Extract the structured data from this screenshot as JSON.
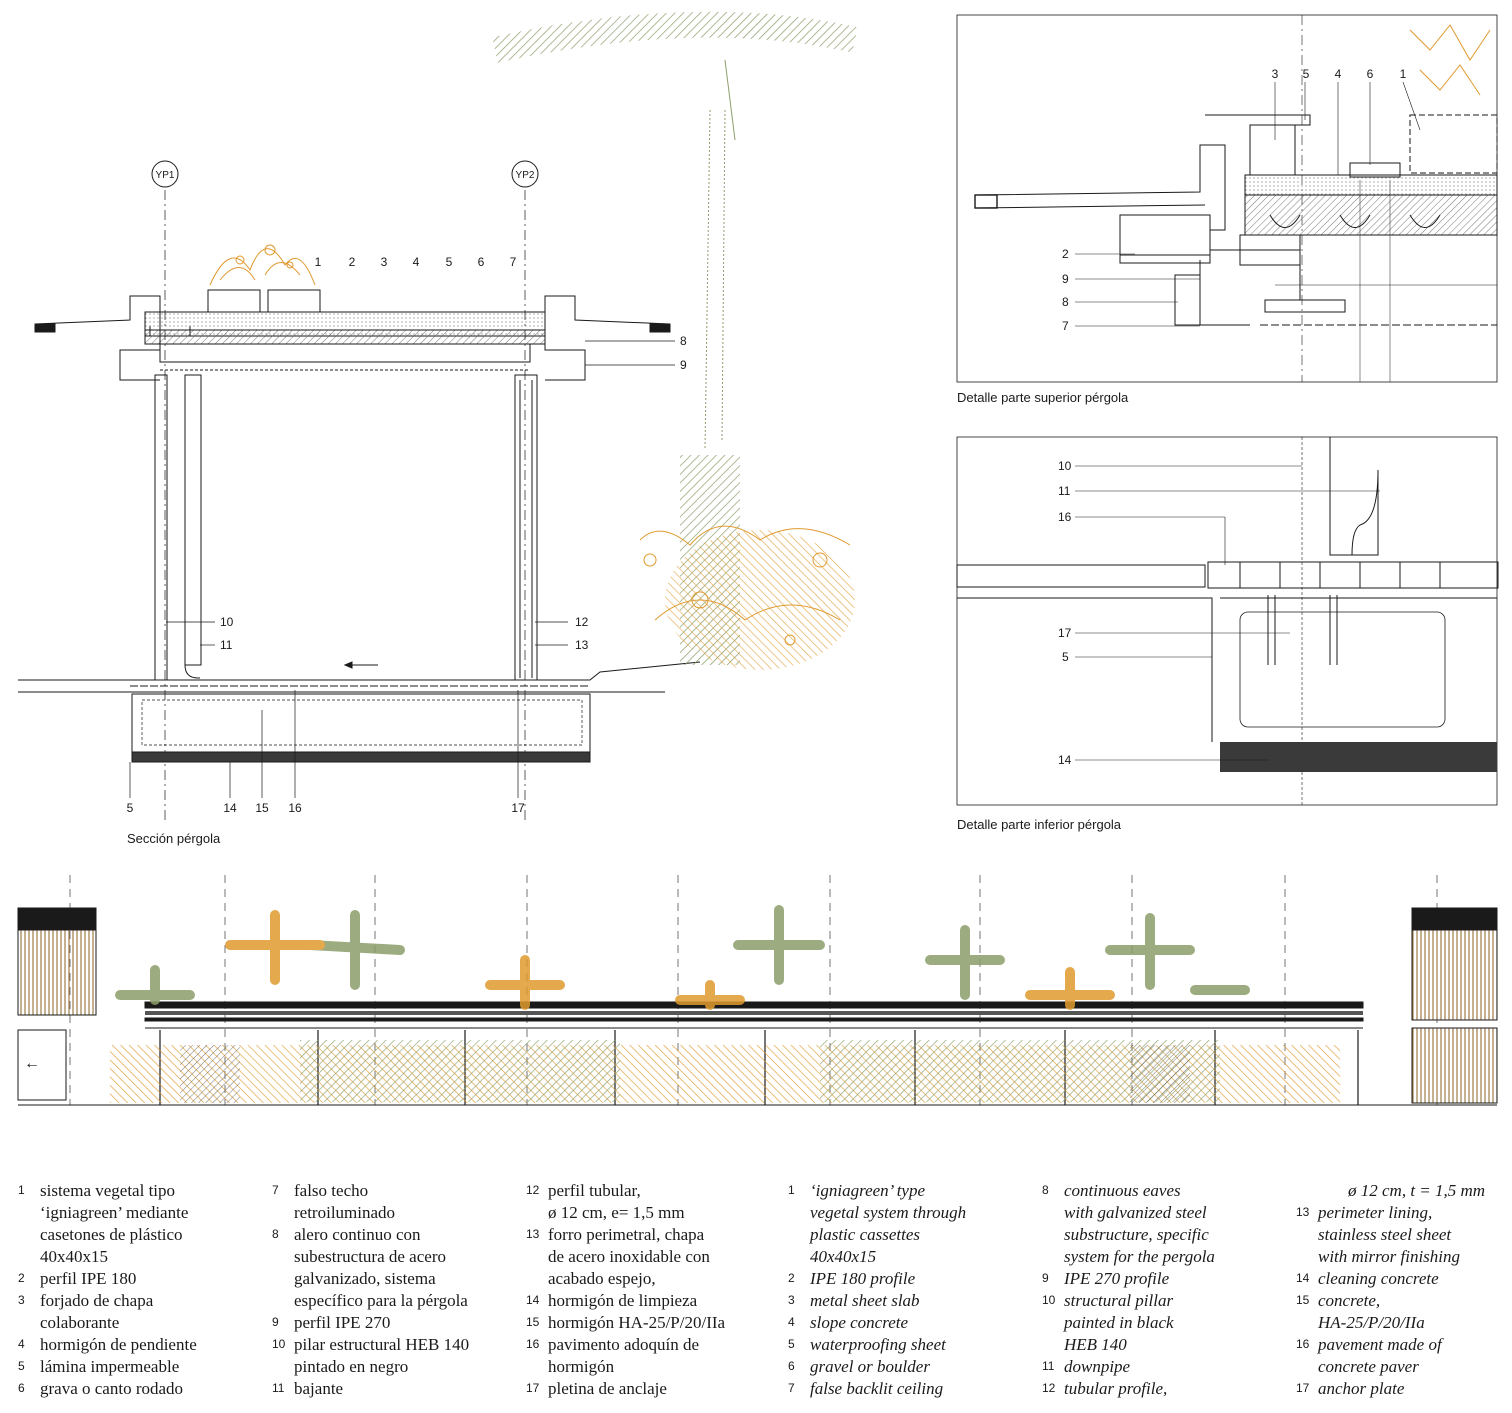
{
  "section": {
    "grid_labels": [
      "YP1",
      "YP2"
    ],
    "top_labels": [
      "1",
      "2",
      "3",
      "4",
      "5",
      "6",
      "7"
    ],
    "right_labels": [
      "8",
      "9"
    ],
    "mid_labels": [
      "10",
      "11",
      "12",
      "13"
    ],
    "bottom_labels": [
      "5",
      "14",
      "15",
      "16",
      "17"
    ],
    "caption": "Sección pérgola"
  },
  "detail_top": {
    "top_labels": [
      "3",
      "5",
      "4",
      "6",
      "1"
    ],
    "left_labels": [
      "2",
      "9",
      "8",
      "7"
    ],
    "caption": "Detalle parte superior pérgola"
  },
  "detail_bottom": {
    "left_labels": [
      "10",
      "11",
      "16",
      "17",
      "5",
      "14"
    ],
    "caption": "Detalle parte inferior pérgola"
  },
  "elevation": {
    "arrow_glyph": "←"
  },
  "legend_es": [
    {
      "n": "1",
      "lines": [
        "sistema vegetal tipo",
        "‘igniagreen’ mediante",
        "casetones de plástico",
        "40x40x15"
      ]
    },
    {
      "n": "2",
      "lines": [
        "perfil IPE 180"
      ]
    },
    {
      "n": "3",
      "lines": [
        "forjado de chapa",
        "colaborante"
      ]
    },
    {
      "n": "4",
      "lines": [
        "hormigón de pendiente"
      ]
    },
    {
      "n": "5",
      "lines": [
        "lámina impermeable"
      ]
    },
    {
      "n": "6",
      "lines": [
        "grava o canto rodado"
      ]
    },
    {
      "n": "7",
      "lines": [
        "falso techo",
        "retroiluminado"
      ]
    },
    {
      "n": "8",
      "lines": [
        "alero continuo con",
        "subestructura de acero",
        "galvanizado, sistema",
        "específico para la pérgola"
      ]
    },
    {
      "n": "9",
      "lines": [
        "perfil IPE 270"
      ]
    },
    {
      "n": "10",
      "lines": [
        "pilar estructural HEB 140",
        "pintado en negro"
      ]
    },
    {
      "n": "11",
      "lines": [
        "bajante"
      ]
    },
    {
      "n": "12",
      "lines": [
        "perfil tubular,",
        "ø 12 cm, e= 1,5 mm"
      ]
    },
    {
      "n": "13",
      "lines": [
        "forro perimetral, chapa",
        "de acero inoxidable con",
        "acabado espejo,"
      ]
    },
    {
      "n": "14",
      "lines": [
        "hormigón de limpieza"
      ]
    },
    {
      "n": "15",
      "lines": [
        "hormigón HA-25/P/20/IIa"
      ]
    },
    {
      "n": "16",
      "lines": [
        "pavimento adoquín de",
        "hormigón"
      ]
    },
    {
      "n": "17",
      "lines": [
        "pletina de anclaje"
      ]
    }
  ],
  "legend_en": [
    {
      "n": "1",
      "lines": [
        "‘igniagreen’ type",
        "vegetal system through",
        "plastic cassettes",
        "40x40x15"
      ]
    },
    {
      "n": "2",
      "lines": [
        "IPE 180 profile"
      ]
    },
    {
      "n": "3",
      "lines": [
        "metal sheet slab"
      ]
    },
    {
      "n": "4",
      "lines": [
        "slope concrete"
      ]
    },
    {
      "n": "5",
      "lines": [
        "waterproofing sheet"
      ]
    },
    {
      "n": "6",
      "lines": [
        "gravel or boulder"
      ]
    },
    {
      "n": "7",
      "lines": [
        "false backlit ceiling"
      ]
    },
    {
      "n": "8",
      "lines": [
        "continuous eaves",
        "with galvanized steel",
        "substructure, specific",
        "system for the pergola"
      ]
    },
    {
      "n": "9",
      "lines": [
        "IPE 270 profile"
      ]
    },
    {
      "n": "10",
      "lines": [
        "structural pillar",
        "painted in black",
        "HEB 140"
      ]
    },
    {
      "n": "11",
      "lines": [
        "downpipe"
      ]
    },
    {
      "n": "12",
      "lines": [
        "tubular profile,"
      ]
    },
    {
      "n": "",
      "lines": [
        "ø 12 cm, t = 1,5 mm"
      ]
    },
    {
      "n": "13",
      "lines": [
        "perimeter lining,",
        "stainless steel sheet",
        "with mirror finishing"
      ]
    },
    {
      "n": "14",
      "lines": [
        "cleaning concrete"
      ]
    },
    {
      "n": "15",
      "lines": [
        "concrete,",
        "HA-25/P/20/IIa"
      ]
    },
    {
      "n": "16",
      "lines": [
        "pavement made of",
        "concrete paver"
      ]
    },
    {
      "n": "17",
      "lines": [
        "anchor plate"
      ]
    }
  ],
  "colors": {
    "line": "#1a1a1a",
    "orange": "#e09a2e",
    "green": "#8c9e6a",
    "dark": "#3a3a3a"
  }
}
